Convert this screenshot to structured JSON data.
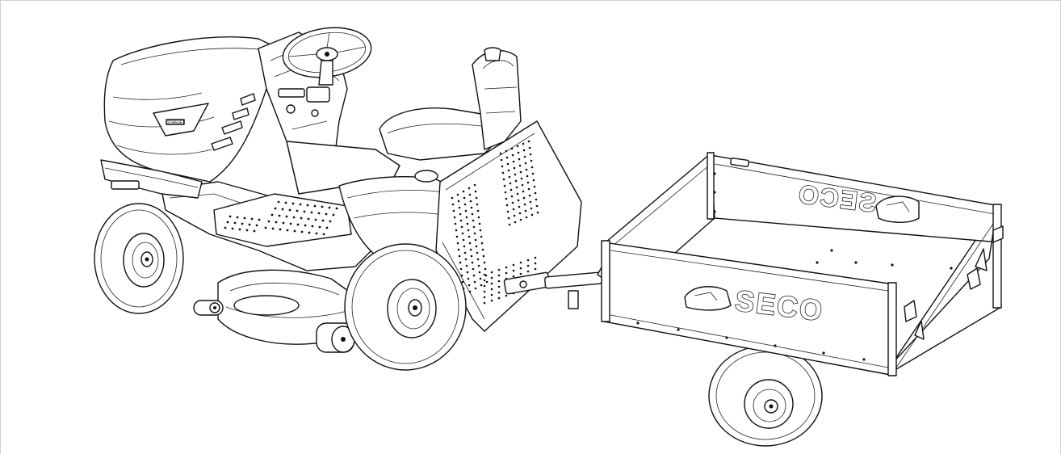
{
  "drawing": {
    "trailer_logo_front": "SECO",
    "trailer_logo_back": "SECO",
    "hood_badge": "STARJET"
  },
  "colors": {
    "line": "#111111",
    "frame": "#cfcfcf",
    "background": "#ffffff"
  }
}
